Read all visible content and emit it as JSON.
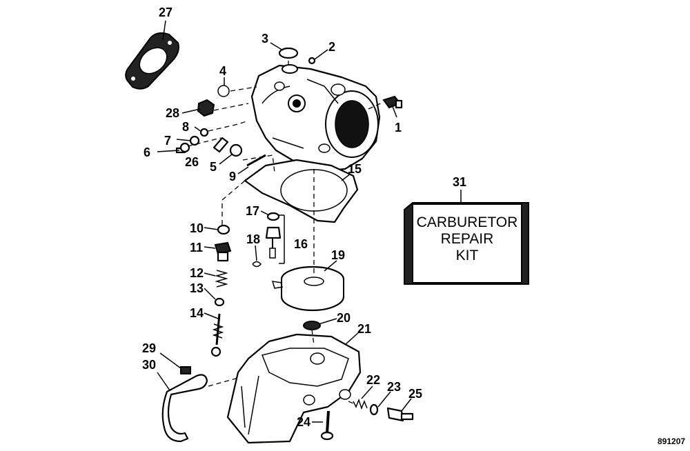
{
  "callouts": [
    "1",
    "2",
    "3",
    "4",
    "5",
    "6",
    "7",
    "8",
    "9",
    "10",
    "11",
    "12",
    "13",
    "14",
    "15",
    "16",
    "17",
    "18",
    "19",
    "20",
    "21",
    "22",
    "23",
    "24",
    "25",
    "26",
    "27",
    "28",
    "29",
    "30",
    "31"
  ],
  "kit_box": {
    "number": "31",
    "line1": "CARBURETOR",
    "line2": "REPAIR",
    "line3": "KIT"
  },
  "figure_ref": "891207"
}
